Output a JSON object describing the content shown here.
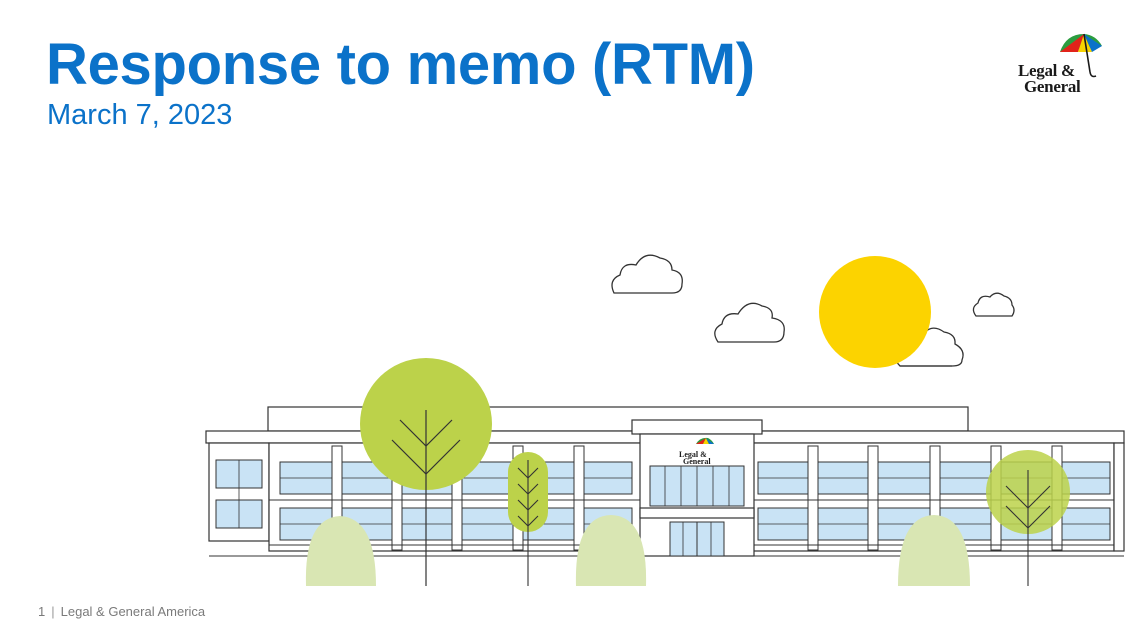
{
  "slide": {
    "title": "Response to memo (RTM)",
    "date": "March 7, 2023"
  },
  "logo": {
    "line1": "Legal &",
    "line2": "General",
    "icon": "umbrella-icon"
  },
  "building_sign": {
    "line1": "Legal &",
    "line2": "General"
  },
  "footer": {
    "page_number": "1",
    "separator": "|",
    "company": "Legal & General America"
  },
  "colors": {
    "brand_blue": "#0b72c9",
    "sun_yellow": "#fcd300",
    "tree_green": "#bcd24a",
    "bush_green": "#d9e6b3",
    "window_blue": "#c9e3f5"
  }
}
